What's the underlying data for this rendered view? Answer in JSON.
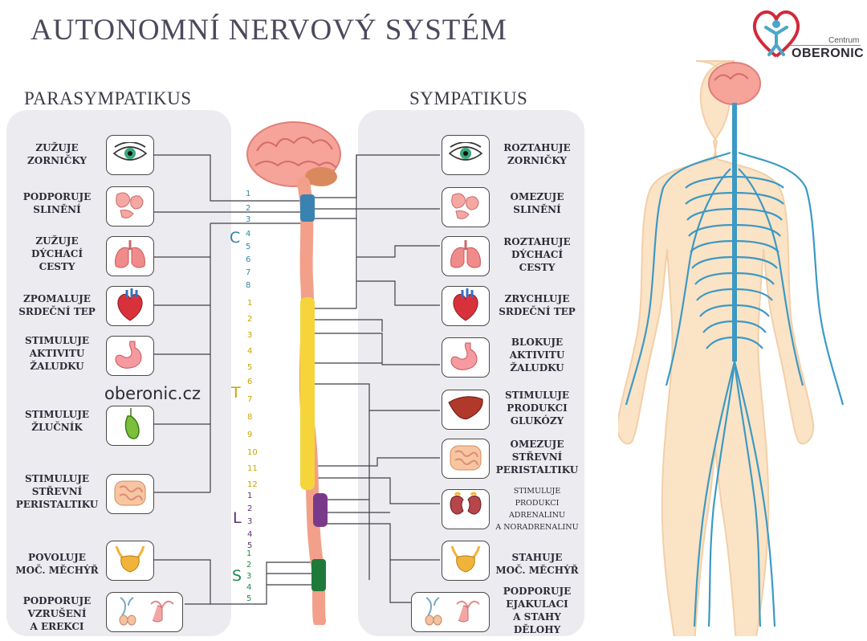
{
  "title": "AUTONOMNÍ NERVOVÝ SYSTÉM",
  "left_heading": "PARASYMPATIKUS",
  "right_heading": "SYMPATIKUS",
  "website": "oberonic.cz",
  "logo": {
    "small": "Centrum",
    "name": "OBERONIC"
  },
  "left_items": [
    {
      "lines": [
        "ZUŽUJE",
        "ZORNIČKY"
      ],
      "icon": "eye-icon"
    },
    {
      "lines": [
        "PODPORUJE",
        "SLINĚNÍ"
      ],
      "icon": "salivary-gland-icon"
    },
    {
      "lines": [
        "ZUŽUJE",
        "DÝCHACÍ",
        "CESTY"
      ],
      "icon": "lungs-icon"
    },
    {
      "lines": [
        "ZPOMALUJE",
        "SRDEČNÍ TEP"
      ],
      "icon": "heart-icon"
    },
    {
      "lines": [
        "STIMULUJE",
        "AKTIVITU",
        "ŽALUDKU"
      ],
      "icon": "stomach-icon"
    },
    {
      "lines": [
        "STIMULUJE",
        "ŽLUČNÍK"
      ],
      "icon": "gallbladder-icon"
    },
    {
      "lines": [
        "STIMULUJE",
        "STŘEVNÍ",
        "PERISTALTIKU"
      ],
      "icon": "intestine-icon"
    },
    {
      "lines": [
        "POVOLUJE",
        "MOČ. MĚCHÝŘ"
      ],
      "icon": "bladder-icon"
    },
    {
      "lines": [
        "PODPORUJE",
        "VZRUŠENÍ",
        "A EREKCI"
      ],
      "icon": "reproductive-organs-icon"
    }
  ],
  "right_items": [
    {
      "lines": [
        "ROZTAHUJE",
        "ZORNIČKY"
      ],
      "icon": "eye-icon"
    },
    {
      "lines": [
        "OMEZUJE",
        "SLINĚNÍ"
      ],
      "icon": "salivary-gland-icon"
    },
    {
      "lines": [
        "ROZTAHUJE",
        "DÝCHACÍ",
        "CESTY"
      ],
      "icon": "lungs-icon"
    },
    {
      "lines": [
        "ZRYCHLUJE",
        "SRDEČNÍ TEP"
      ],
      "icon": "heart-icon"
    },
    {
      "lines": [
        "BLOKUJE",
        "AKTIVITU",
        "ŽALUDKU"
      ],
      "icon": "stomach-icon"
    },
    {
      "lines": [
        "STIMULUJE",
        "PRODUKCI",
        "GLUKÓZY"
      ],
      "icon": "liver-icon"
    },
    {
      "lines": [
        "OMEZUJE",
        "STŘEVNÍ",
        "PERISTALTIKU"
      ],
      "icon": "intestine-icon"
    },
    {
      "lines": [
        "STIMULUJE",
        "PRODUKCI",
        "ADRENALINU",
        "A NORADRENALINU"
      ],
      "icon": "kidneys-icon"
    },
    {
      "lines": [
        "STAHUJE",
        "MOČ. MĚCHÝŘ"
      ],
      "icon": "bladder-icon"
    },
    {
      "lines": [
        "PODPORUJE",
        "EJAKULACI",
        "A STAHY",
        "DĚLOHY"
      ],
      "icon": "reproductive-organs-icon"
    }
  ],
  "vertebrae": {
    "C": {
      "letter": "C",
      "color": "#2f86a6",
      "numbers": [
        "1",
        "2",
        "3",
        "4",
        "5",
        "6",
        "7",
        "8"
      ]
    },
    "T": {
      "letter": "T",
      "color": "#c9a300",
      "numbers": [
        "1",
        "2",
        "3",
        "4",
        "5",
        "6",
        "7",
        "8",
        "9",
        "10",
        "11",
        "12"
      ]
    },
    "L": {
      "letter": "L",
      "color": "#5b2f6e",
      "numbers": [
        "1",
        "2",
        "3",
        "4",
        "5"
      ]
    },
    "S": {
      "letter": "S",
      "color": "#1f8a4c",
      "numbers": [
        "1",
        "2",
        "3",
        "4",
        "5"
      ]
    }
  },
  "colors": {
    "panel": "#ececf0",
    "nerve_lines": "#3f3f48",
    "spinal_cord": "#f2a08a",
    "cervical": "#3a82b0",
    "thoracic": "#f5d53a",
    "lumbar": "#7a3a8a",
    "sacral": "#1f7a3a",
    "nerves_body": "#3b9ac4",
    "skin": "#fbe3c6"
  }
}
